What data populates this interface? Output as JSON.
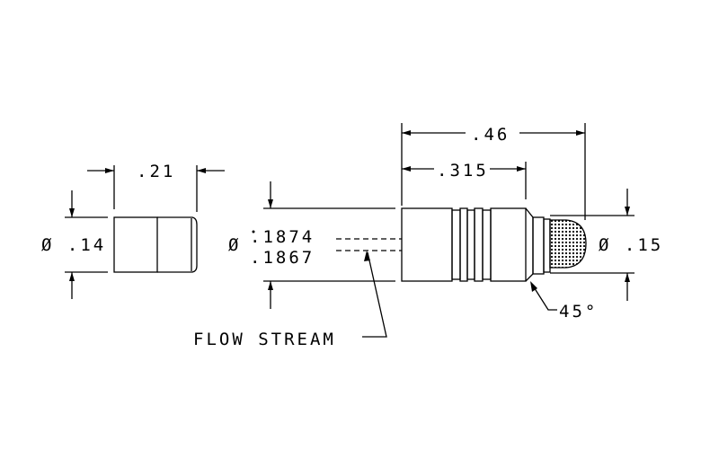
{
  "drawing": {
    "left_part": {
      "length_dim": ".21",
      "diameter_dim": "Ø .14"
    },
    "tube": {
      "diameter_symbol": "Ø",
      "diameter_max": ".1874",
      "diameter_min": ".1867",
      "flow_label": "FLOW STREAM"
    },
    "right_part": {
      "overall_length_dim": ".46",
      "body_length_dim": ".315",
      "tip_diameter_dim": "Ø .15",
      "chamfer_angle": "45°"
    },
    "colors": {
      "line": "#000000",
      "background": "#ffffff"
    }
  }
}
